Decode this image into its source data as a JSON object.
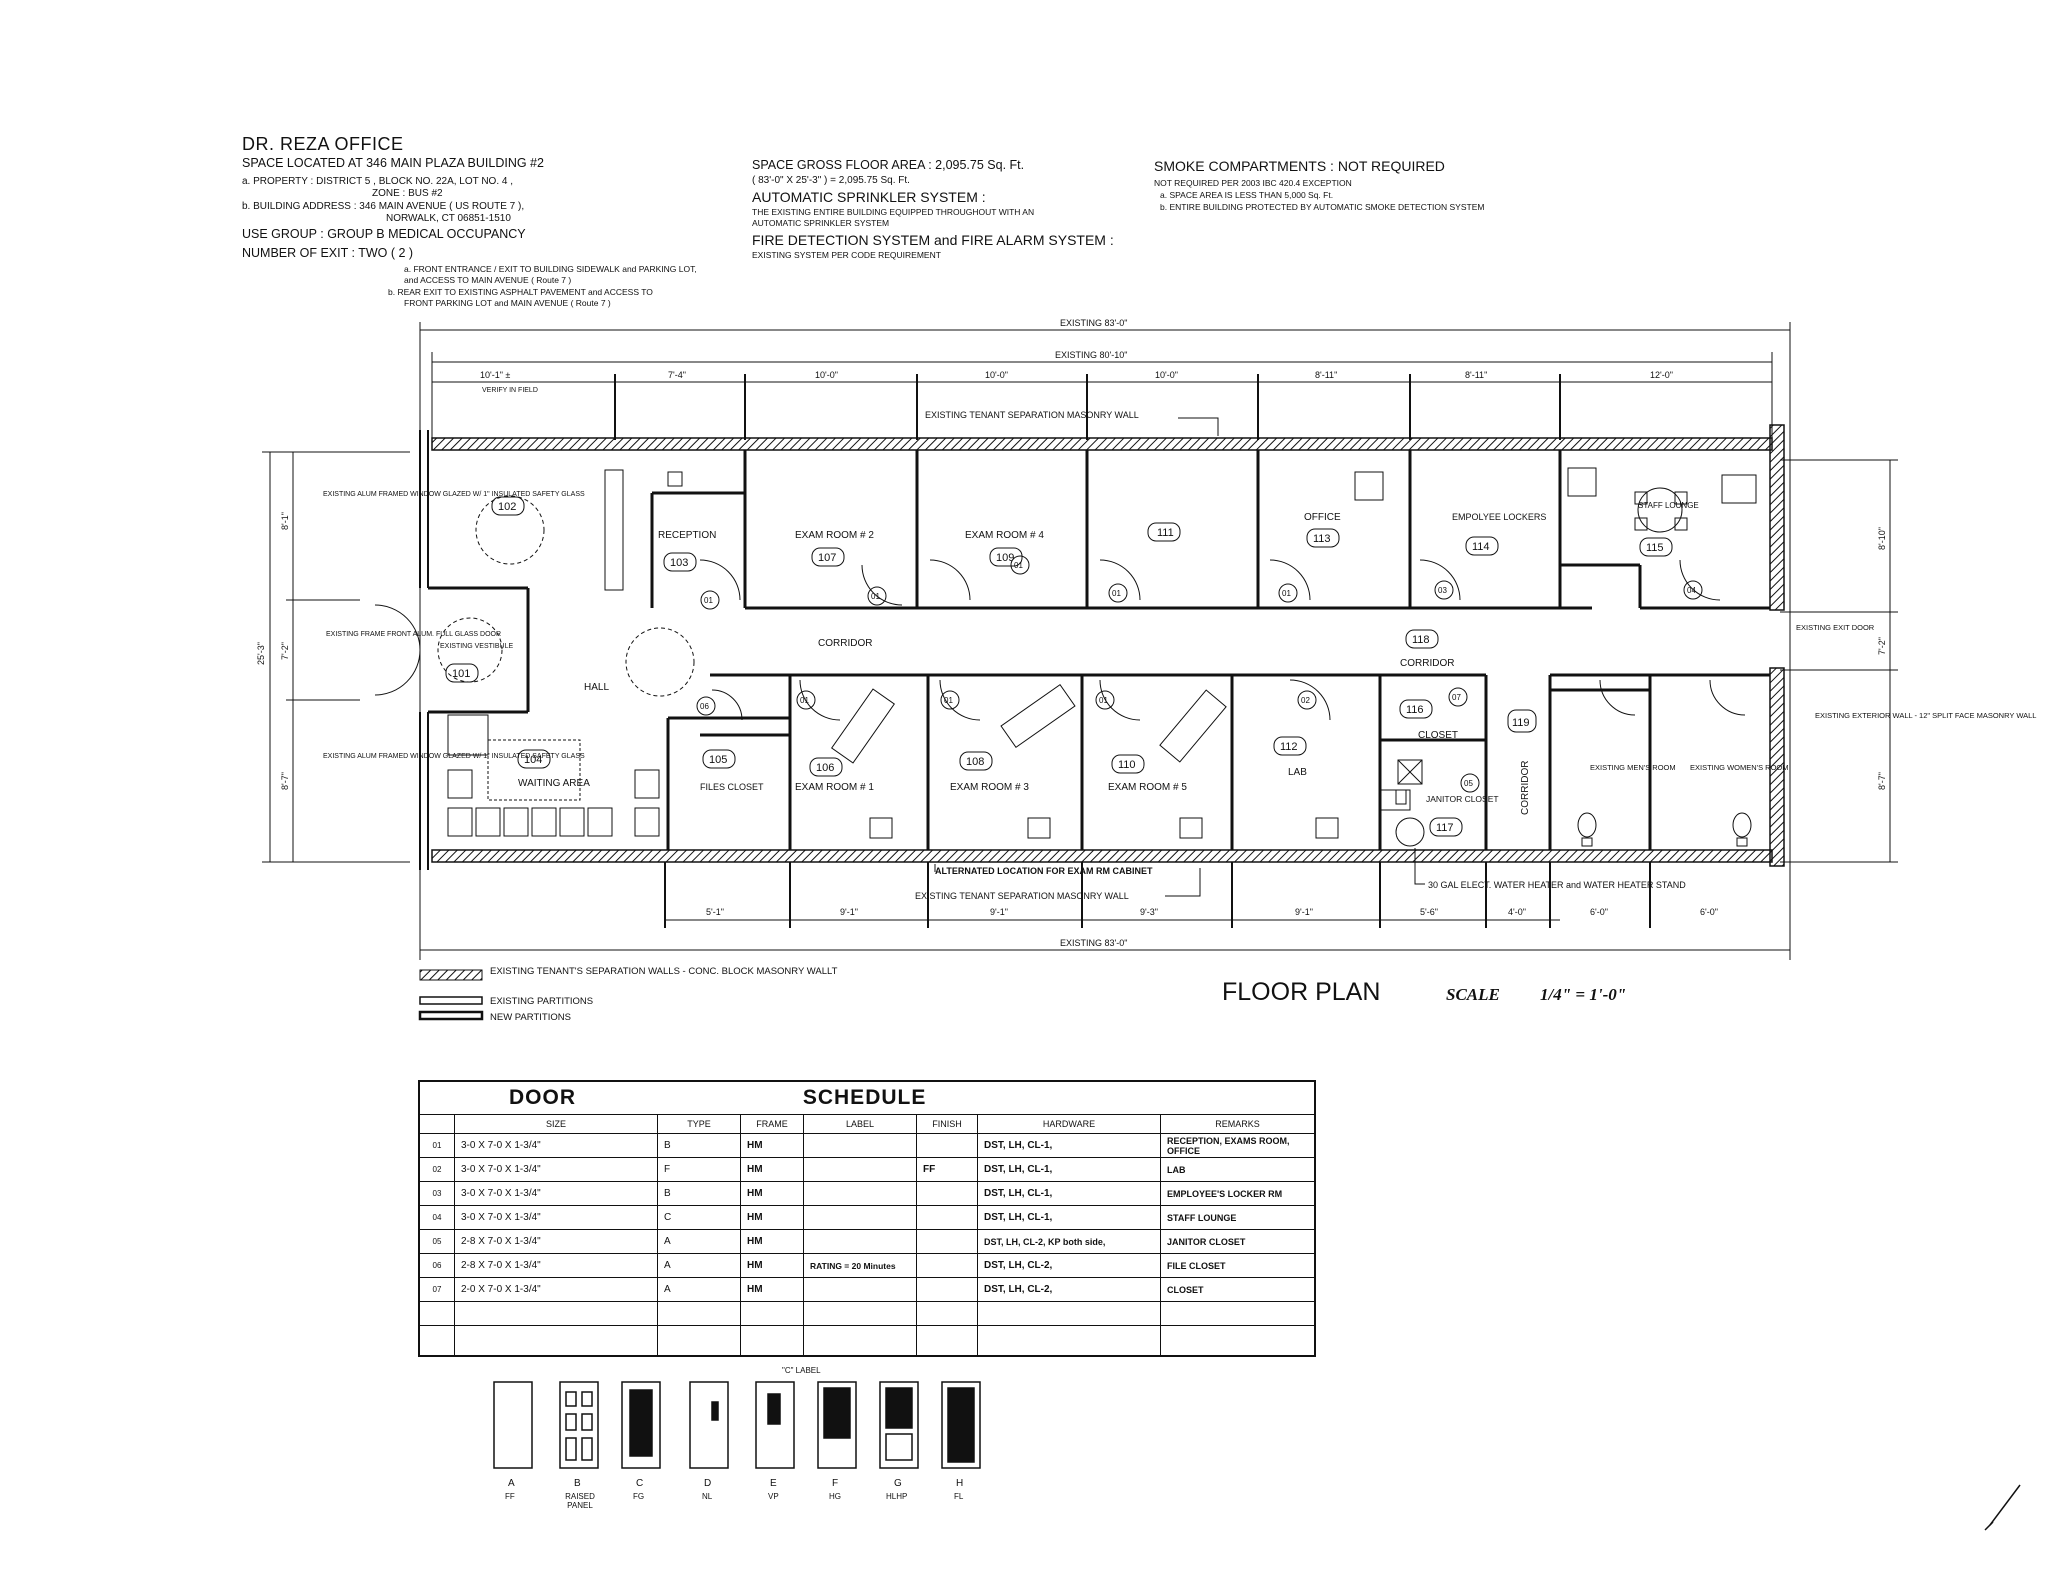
{
  "header": {
    "title": "DR. REZA OFFICE",
    "left_lines": [
      "SPACE LOCATED AT 346 MAIN PLAZA BUILDING #2",
      "a. PROPERTY : DISTRICT 5 , BLOCK NO. 22A, LOT NO. 4 ,",
      "ZONE : BUS #2",
      "b. BUILDING ADDRESS : 346 MAIN AVENUE ( US ROUTE 7 ),",
      "NORWALK, CT 06851-1510",
      "USE GROUP : GROUP B MEDICAL OCCUPANCY",
      "NUMBER OF EXIT : TWO ( 2 )"
    ],
    "exit_notes": [
      "a. FRONT ENTRANCE / EXIT TO BUILDING SIDEWALK and PARKING LOT,",
      "and ACCESS TO MAIN AVENUE ( Route 7 )",
      "b. REAR EXIT TO EXISTING ASPHALT PAVEMENT and ACCESS TO",
      "FRONT PARKING LOT and MAIN AVENUE ( Route 7 )"
    ],
    "mid_area_title": "SPACE GROSS FLOOR AREA : 2,095.75 Sq. Ft.",
    "mid_area_calc": "( 83'-0\" X 25'-3\" ) = 2,095.75 Sq. Ft.",
    "sprinkler_title": "AUTOMATIC SPRINKLER SYSTEM :",
    "sprinkler_note_1": "THE EXISTING ENTIRE BUILDING EQUIPPED THROUGHOUT WITH AN",
    "sprinkler_note_2": "AUTOMATIC SPRINKLER SYSTEM",
    "fire_title": "FIRE DETECTION SYSTEM and FIRE ALARM SYSTEM :",
    "fire_note": "EXISTING SYSTEM PER CODE REQUIREMENT",
    "smoke_title": "SMOKE COMPARTMENTS : NOT REQUIRED",
    "smoke_note_1": "NOT REQUIRED PER 2003 IBC 420.4 EXCEPTION",
    "smoke_note_2": "a. SPACE AREA IS LESS THAN 5,000 Sq. Ft.",
    "smoke_note_3": "b. ENTIRE BUILDING PROTECTED BY AUTOMATIC SMOKE DETECTION SYSTEM"
  },
  "plan": {
    "dim_overall_top": "EXISTING 83'-0\"",
    "dim_inner_top": "EXISTING 80'-10\"",
    "dim_overall_bottom": "EXISTING 83'-0\"",
    "top_segments": [
      "10'-1\" ±",
      "7'-4\"",
      "10'-0\"",
      "10'-0\"",
      "10'-0\"",
      "8'-11\"",
      "8'-11\"",
      "12'-0\""
    ],
    "verify_note": "VERIFY IN FIELD",
    "bottom_segments": [
      "5'-1\"",
      "9'-1\"",
      "9'-1\"",
      "9'-3\"",
      "9'-1\"",
      "5'-6\"",
      "4'-0\"",
      "6'-0\"",
      "6'-0\""
    ],
    "left_dims": [
      "8'-1\"",
      "7'-2\"",
      "8'-7\""
    ],
    "left_total": "25'-3\"",
    "right_dims": [
      "8'-10\"",
      "7'-2\"",
      "8'-7\""
    ],
    "top_wall_note": "EXISTING TENANT SEPARATION MASONRY WALL",
    "bottom_wall_note": "EXISTING TENANT SEPARATION MASONRY WALL",
    "alt_location_note": "ALTERNATED LOCATION FOR EXAM RM CABINET",
    "water_heater_note": "30 GAL ELECT. WATER HEATER and WATER HEATER STAND",
    "right_wall_note": "EXISTING EXTERIOR WALL - 12\" SPLIT FACE MASONRY WALL",
    "rear_exit_note": "EXISTING EXIT DOOR",
    "front_door_note": "EXISTING FRAME FRONT ALUM. FULL GLASS DOOR",
    "storefront_note_top": "EXISTING ALUM FRAMED WINDOW GLAZED W/ 1\" INSULATED SAFETY GLASS",
    "storefront_note_bottom": "EXISTING ALUM FRAMED WINDOW GLAZED W/ 1\" INSULATED SAFETY GLASS",
    "vestibule_label": "EXISTING VESTIBULE",
    "rooms": [
      {
        "id": "room-102",
        "num": "102",
        "label": ""
      },
      {
        "id": "room-103",
        "num": "103",
        "label": "RECEPTION"
      },
      {
        "id": "room-107",
        "num": "107",
        "label": "EXAM ROOM # 2"
      },
      {
        "id": "room-109",
        "num": "109",
        "label": "EXAM ROOM # 4"
      },
      {
        "id": "room-111",
        "num": "111",
        "label": ""
      },
      {
        "id": "room-113",
        "num": "113",
        "label": "OFFICE"
      },
      {
        "id": "room-114",
        "num": "114",
        "label": "EMPOLYEE LOCKERS"
      },
      {
        "id": "room-115",
        "num": "115",
        "label": "STAFF LOUNGE"
      },
      {
        "id": "room-101",
        "num": "101",
        "label": ""
      },
      {
        "id": "room-104",
        "num": "104",
        "label": "WAITING AREA"
      },
      {
        "id": "room-105",
        "num": "105",
        "label": "FILES CLOSET"
      },
      {
        "id": "room-106",
        "num": "106",
        "label": "EXAM ROOM # 1"
      },
      {
        "id": "room-108",
        "num": "108",
        "label": "EXAM ROOM # 3"
      },
      {
        "id": "room-110",
        "num": "110",
        "label": "EXAM ROOM # 5"
      },
      {
        "id": "room-112",
        "num": "112",
        "label": "LAB"
      },
      {
        "id": "room-116",
        "num": "116",
        "label": "CLOSET"
      },
      {
        "id": "room-117",
        "num": "117",
        "label": "JANITOR CLOSET"
      },
      {
        "id": "room-118",
        "num": "118",
        "label": "CORRIDOR"
      },
      {
        "id": "room-119",
        "num": "119",
        "label": "CORRIDOR"
      }
    ],
    "hall_label": "HALL",
    "corridor_label": "CORRIDOR",
    "mens_room": "EXISTING MEN'S ROOM",
    "womens_room": "EXISTING WOMEN'S ROOM",
    "door_tags": [
      "01",
      "01",
      "01",
      "01",
      "01",
      "03",
      "04",
      "01",
      "01",
      "01",
      "02",
      "07",
      "05",
      "06"
    ]
  },
  "legend": {
    "items": [
      "EXISTING TENANT'S SEPARATION WALLS - CONC. BLOCK MASONRY WALLT",
      "EXISTING PARTITIONS",
      "NEW PARTITIONS"
    ]
  },
  "floor_plan_title": "FLOOR PLAN",
  "scale_label": "SCALE",
  "scale_value": "1/4\" = 1'-0\"",
  "schedule": {
    "title_left": "DOOR",
    "title_right": "SCHEDULE",
    "columns": [
      "SIZE",
      "TYPE",
      "FRAME",
      "LABEL",
      "FINISH",
      "HARDWARE",
      "REMARKS"
    ],
    "rows": [
      {
        "tag": "01",
        "size": "3-0 X 7-0 X 1-3/4\"",
        "type": "B",
        "frame": "HM",
        "label": "",
        "finish": "",
        "hardware": "DST, LH, CL-1,",
        "remarks": "RECEPTION, EXAMS ROOM, OFFICE"
      },
      {
        "tag": "02",
        "size": "3-0 X 7-0 X 1-3/4\"",
        "type": "F",
        "frame": "HM",
        "label": "",
        "finish": "FF",
        "hardware": "DST, LH, CL-1,",
        "remarks": "LAB"
      },
      {
        "tag": "03",
        "size": "3-0 X 7-0 X 1-3/4\"",
        "type": "B",
        "frame": "HM",
        "label": "",
        "finish": "",
        "hardware": "DST, LH, CL-1,",
        "remarks": "EMPLOYEE'S LOCKER RM"
      },
      {
        "tag": "04",
        "size": "3-0 X 7-0 X 1-3/4\"",
        "type": "C",
        "frame": "HM",
        "label": "",
        "finish": "",
        "hardware": "DST, LH, CL-1,",
        "remarks": "STAFF LOUNGE"
      },
      {
        "tag": "05",
        "size": "2-8 X 7-0 X 1-3/4\"",
        "type": "A",
        "frame": "HM",
        "label": "",
        "finish": "",
        "hardware": "DST, LH, CL-2, KP both side,",
        "remarks": "JANITOR CLOSET"
      },
      {
        "tag": "06",
        "size": "2-8 X 7-0 X 1-3/4\"",
        "type": "A",
        "frame": "HM",
        "label": "RATING = 20 Minutes",
        "finish": "",
        "hardware": "DST, LH, CL-2,",
        "remarks": "FILE CLOSET"
      },
      {
        "tag": "07",
        "size": "2-0 X 7-0 X 1-3/4\"",
        "type": "A",
        "frame": "HM",
        "label": "",
        "finish": "",
        "hardware": "DST, LH, CL-2,",
        "remarks": "CLOSET"
      }
    ]
  },
  "door_types": {
    "c_label_note": "\"C\" LABEL",
    "items": [
      {
        "letter": "A",
        "code": "FF"
      },
      {
        "letter": "B",
        "code": "RAISED PANEL"
      },
      {
        "letter": "C",
        "code": "FG"
      },
      {
        "letter": "D",
        "code": "NL"
      },
      {
        "letter": "E",
        "code": "VP"
      },
      {
        "letter": "F",
        "code": "HG"
      },
      {
        "letter": "G",
        "code": "HLHP"
      },
      {
        "letter": "H",
        "code": "FL"
      }
    ]
  }
}
